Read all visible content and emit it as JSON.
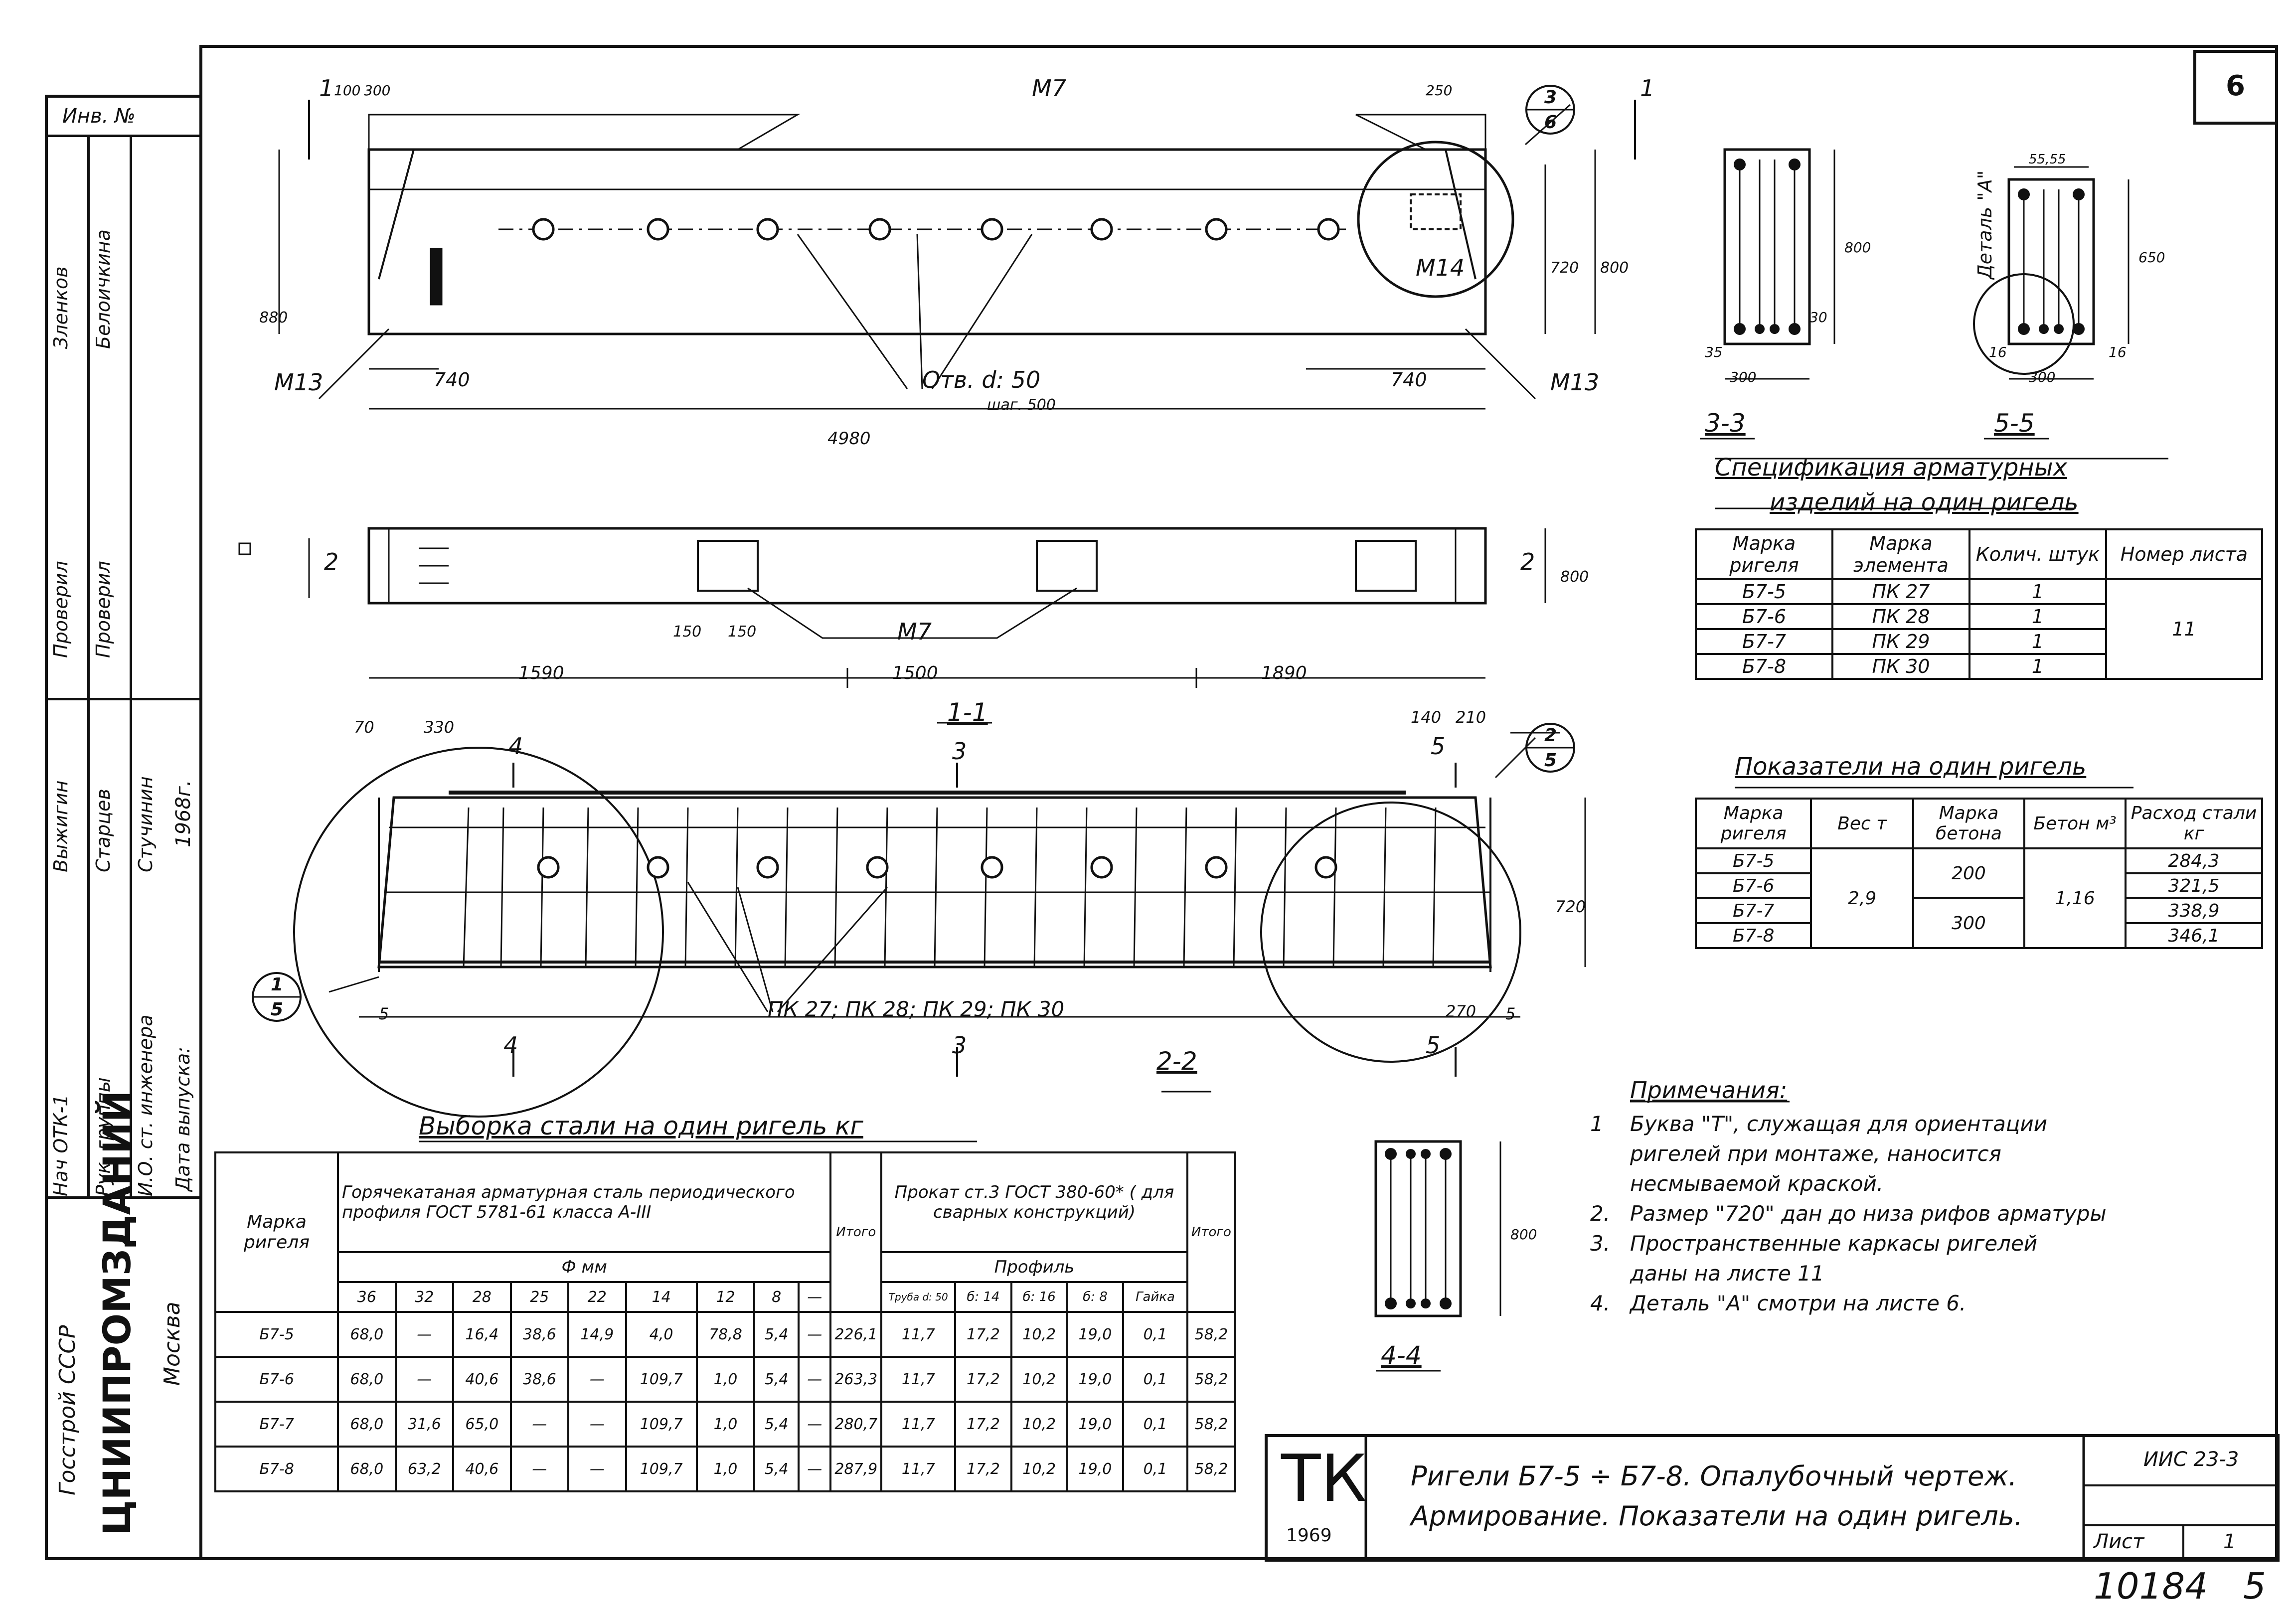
{
  "sheet": {
    "sheet_number": "6",
    "invent": "Инв. №",
    "code": "ИИС 23-3",
    "list_label": "Лист",
    "list_value": "1",
    "order_number": "10184",
    "order_suffix": "5",
    "tk": "ТК",
    "tk_year": "1969",
    "title_line1": "Ригели Б7-5 ÷ Б7-8. Опалубочный чертеж.",
    "title_line2": "Армирование. Показатели на один ригель."
  },
  "stamp": {
    "org_line1": "Госстрой СССР",
    "org_main": "ЦНИИПРОМЗДАНИЙ",
    "org_city": "Москва",
    "rows": [
      {
        "role": "Нач ОТК-1",
        "name": "Выжигин"
      },
      {
        "role": "Рук. группы",
        "name": "Старцев"
      },
      {
        "role": "И.О. ст. инженера",
        "name": "Стучинин"
      },
      {
        "role": "Проверил",
        "name": "Зленков"
      },
      {
        "role": "Проверил",
        "name": "Белоичкина"
      }
    ],
    "date_label": "Дата выпуска:",
    "year": "1968г."
  },
  "labels": {
    "m7": "М7",
    "m13": "М13",
    "m14": "М14",
    "holes": "Отв. d: 50",
    "step": "шаг. 500",
    "dim_740": "740",
    "dim_4980": "4980",
    "dim_1590": "1590",
    "dim_1500": "1500",
    "dim_1890": "1890",
    "dim_150a": "150",
    "dim_150b": "150",
    "dim_100": "100",
    "dim_300": "300",
    "dim_250": "250",
    "dim_720": "720",
    "dim_800": "800",
    "dim_880": "880",
    "dim_330": "330",
    "dim_70": "70",
    "dim_140": "140",
    "dim_210": "210",
    "dim_270": "270",
    "dim_5": "5",
    "section_1_1": "1-1",
    "section_2_2": "2-2",
    "section_3_3": "3-3",
    "section_5_5": "5-5",
    "section_4_4": "4-4",
    "sec1": "1",
    "sec2": "2",
    "sec3": "3",
    "sec4": "4",
    "sec5": "5",
    "callout_3_6_top": "3",
    "callout_3_6_bot": "6",
    "callout_2_5_top": "2",
    "callout_2_5_bot": "5",
    "callout_1_5_top": "1",
    "callout_1_5_bot": "5",
    "pk_list": "ПК 27; ПК 28; ПК 29; ПК 30",
    "detail_a": "Деталь \"А\"",
    "dim_16a": "16",
    "dim_16b": "16",
    "dim_35": "35",
    "dim_30": "30",
    "dim_650": "650",
    "dim_5555": "55,55"
  },
  "spec_table": {
    "title_line1": "Спецификация арматурных",
    "title_line2": "изделий на один ригель",
    "headers": [
      "Марка ригеля",
      "Марка элемента",
      "Колич. штук",
      "Номер листа"
    ],
    "rows": [
      [
        "Б7-5",
        "ПК 27",
        "1"
      ],
      [
        "Б7-6",
        "ПК 28",
        "1"
      ],
      [
        "Б7-7",
        "ПК 29",
        "1"
      ],
      [
        "Б7-8",
        "ПК 30",
        "1"
      ]
    ],
    "sheet_no": "11"
  },
  "indicators_table": {
    "title": "Показатели на один ригель",
    "headers": [
      "Марка ригеля",
      "Вес т",
      "Марка бетона",
      "Бетон м³",
      "Расход стали кг"
    ],
    "marks": [
      "Б7-5",
      "Б7-6",
      "Б7-7",
      "Б7-8"
    ],
    "weight": "2,9",
    "concrete_a": "200",
    "concrete_b": "300",
    "volume": "1,16",
    "steel": [
      "284,3",
      "321,5",
      "338,9",
      "346,1"
    ]
  },
  "notes": {
    "title": "Примечания:",
    "items": [
      {
        "n": "1",
        "lines": [
          "Буква \"Т\", служащая для ориентации",
          "ригелей при монтаже, наносится",
          "несмываемой краской."
        ]
      },
      {
        "n": "2.",
        "lines": [
          "Размер \"720\" дан до низа рифов арматуры"
        ]
      },
      {
        "n": "3.",
        "lines": [
          "Пространственные каркасы ригелей",
          "даны на листе 11"
        ]
      },
      {
        "n": "4.",
        "lines": [
          "Деталь \"А\" смотри на листе 6."
        ]
      }
    ]
  },
  "steel_table": {
    "title": "Выборка стали на один ригель кг",
    "col_mark": "Марка ригеля",
    "group_hot": "Горячекатаная арматурная сталь периодического профиля ГОСТ 5781-61 класса А-III",
    "group_prokat": "Прокат ст.3 ГОСТ 380-60* ( для сварных конструкций)",
    "diam_label": "Ф мм",
    "profile_label": "Профиль",
    "itogo": "Итого",
    "diams": [
      "36",
      "32",
      "28",
      "25",
      "22",
      "14",
      "12",
      "8",
      "—"
    ],
    "profiles": [
      "Труба d: 50",
      "б: 14",
      "б: 16",
      "б: 8",
      "Гайка"
    ],
    "rows": [
      {
        "mark": "Б7-5",
        "d": [
          "68,0",
          "—",
          "16,4",
          "38,6",
          "14,9",
          "4,0",
          "78,8",
          "5,4",
          "—"
        ],
        "sum": "226,1",
        "p": [
          "11,7",
          "17,2",
          "10,2",
          "19,0",
          "0,1"
        ],
        "psum": "58,2"
      },
      {
        "mark": "Б7-6",
        "d": [
          "68,0",
          "—",
          "40,6",
          "38,6",
          "—",
          "109,7",
          "1,0",
          "5,4",
          "—"
        ],
        "sum": "263,3",
        "p": [
          "11,7",
          "17,2",
          "10,2",
          "19,0",
          "0,1"
        ],
        "psum": "58,2"
      },
      {
        "mark": "Б7-7",
        "d": [
          "68,0",
          "31,6",
          "65,0",
          "—",
          "—",
          "109,7",
          "1,0",
          "5,4",
          "—"
        ],
        "sum": "280,7",
        "p": [
          "11,7",
          "17,2",
          "10,2",
          "19,0",
          "0,1"
        ],
        "psum": "58,2"
      },
      {
        "mark": "Б7-8",
        "d": [
          "68,0",
          "63,2",
          "40,6",
          "—",
          "—",
          "109,7",
          "1,0",
          "5,4",
          "—"
        ],
        "sum": "287,9",
        "p": [
          "11,7",
          "17,2",
          "10,2",
          "19,0",
          "0,1"
        ],
        "psum": "58,2"
      }
    ]
  }
}
